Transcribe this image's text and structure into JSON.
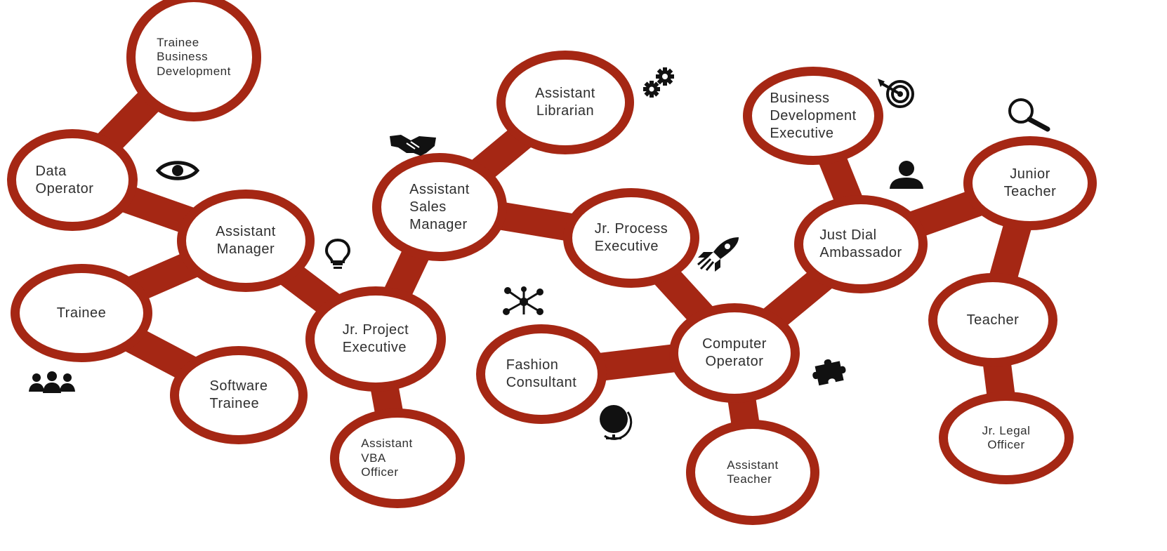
{
  "colors": {
    "ring": "#a52714",
    "text": "#2f2f2f",
    "icon": "#111111"
  },
  "nodes": {
    "trainee_bd": "Trainee\nBusiness\nDevelopment",
    "data_operator": "Data\nOperator",
    "assistant_manager": "Assistant\nManager",
    "trainee": "Trainee",
    "software_trainee": "Software\nTrainee",
    "jr_project_executive": "Jr. Project\nExecutive",
    "assistant_vba_officer": "Assistant\nVBA\nOfficer",
    "assistant_sales_manager": "Assistant\nSales\nManager",
    "assistant_librarian": "Assistant\nLibrarian",
    "jr_process_executive": "Jr. Process\nExecutive",
    "fashion_consultant": "Fashion\nConsultant",
    "computer_operator": "Computer\nOperator",
    "assistant_teacher": "Assistant\nTeacher",
    "bd_executive": "Business\nDevelopment\nExecutive",
    "just_dial_ambassador": "Just Dial\nAmbassador",
    "junior_teacher": "Junior\nTeacher",
    "teacher": "Teacher",
    "jr_legal_officer": "Jr. Legal\nOfficer"
  },
  "icons": [
    "eye-icon",
    "lightbulb-icon",
    "handshake-icon",
    "gears-icon",
    "rocket-icon",
    "network-icon",
    "globe-icon",
    "puzzle-icon",
    "target-icon",
    "magnifier-icon",
    "person-icon",
    "group-icon"
  ]
}
